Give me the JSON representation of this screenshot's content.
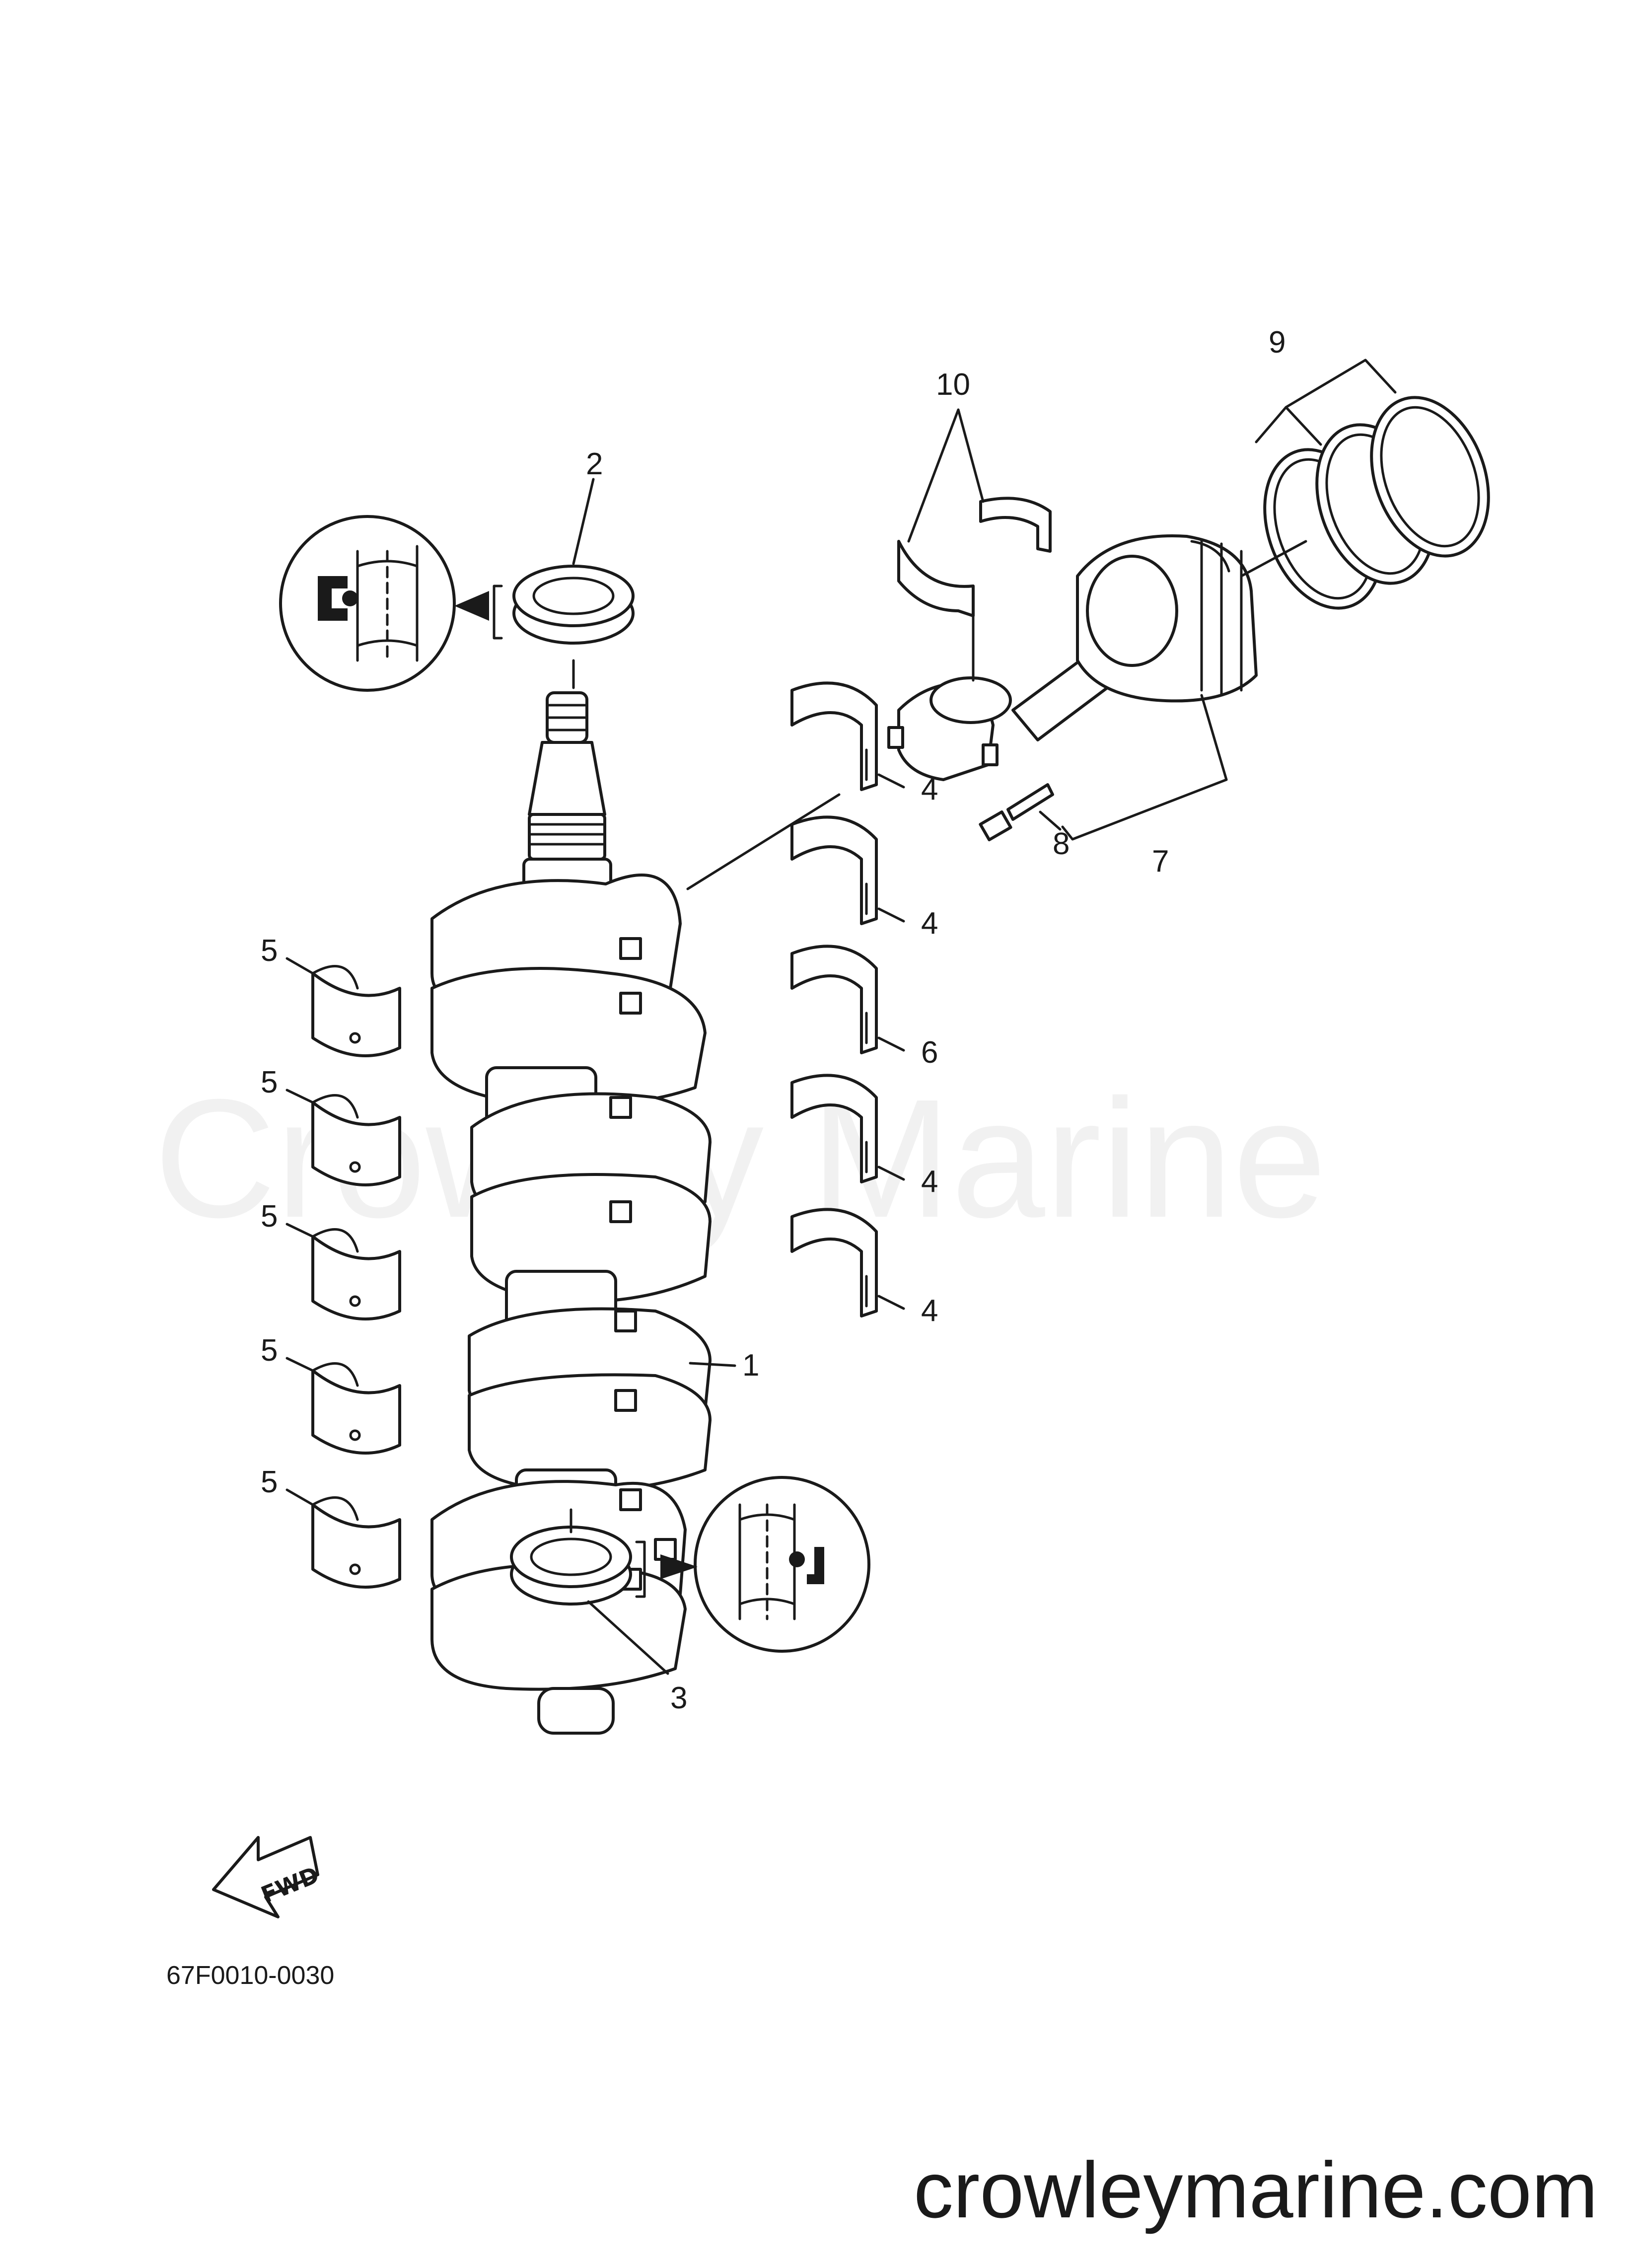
{
  "watermark": "Crowley Marine",
  "site_url": "crowleymarine.com",
  "diagram_code": "67F0010-0030",
  "fwd_label": "FWD",
  "callouts": {
    "c1": "1",
    "c2": "2",
    "c3": "3",
    "c4a": "4",
    "c4b": "4",
    "c4c": "4",
    "c4d": "4",
    "c5a": "5",
    "c5b": "5",
    "c5c": "5",
    "c5d": "5",
    "c5e": "5",
    "c6": "6",
    "c7": "7",
    "c8": "8",
    "c9": "9",
    "c10": "10"
  },
  "icons": [
    "oil-seal-detail-icon",
    "fwd-arrow-icon"
  ],
  "colors": {
    "line": "#1a1a1a",
    "background": "#ffffff",
    "watermark": "#d8d8d8"
  }
}
